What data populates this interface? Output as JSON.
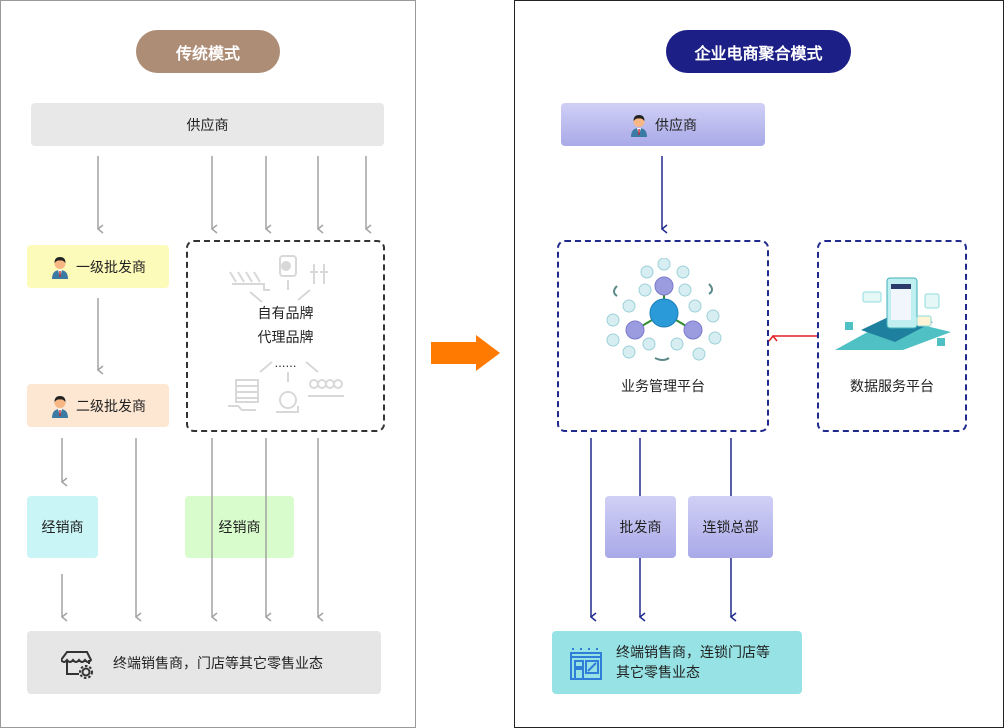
{
  "left_panel": {
    "title": "传统模式",
    "title_color": "#ad8d76",
    "supplier": "供应商",
    "first_wholesaler": "一级批发商",
    "second_wholesaler": "二级批发商",
    "brands": {
      "own_brand": "自有品牌",
      "agent_brand": "代理品牌",
      "ellipsis": "……"
    },
    "distributor_left": "经销商",
    "distributor_right": "经销商",
    "retail": "终端销售商，门店等其它零售业态",
    "icons": {
      "person": "person-icon",
      "store": "store-gear-icon",
      "parts": [
        "manifold-icon",
        "oil-can-icon",
        "spark-plug-icon",
        "radiator-icon",
        "turbo-icon",
        "engine-block-icon"
      ]
    },
    "colors": {
      "supplier_bg": "#e8e8e8",
      "first_wholesaler_bg": "#fdfbb9",
      "second_wholesaler_bg": "#fde6d2",
      "distributor_left_bg": "#c9f5f7",
      "distributor_right_bg": "#d8fccb",
      "retail_bg": "#e6e6e6",
      "arrow": "#a3a3a3"
    }
  },
  "transition_arrow": {
    "icon": "right-arrow-icon",
    "color": "#ff7a00"
  },
  "right_panel": {
    "title": "企业电商聚合模式",
    "title_color": "#1c1f86",
    "supplier": "供应商",
    "business_platform": "业务管理平台",
    "data_platform": "数据服务平台",
    "wholesaler": "批发商",
    "chain_hq": "连锁总部",
    "retail_line1": "终端销售商，连锁门店等",
    "retail_line2": "其它零售业态",
    "icons": {
      "person": "person-icon",
      "network": "srm-network-icon",
      "data": "data-dashboard-illustration",
      "store": "storefront-icon"
    },
    "colors": {
      "box_gradient_top": "#d0d0f6",
      "box_gradient_bottom": "#a9a9e8",
      "retail_bg": "#96e2e4",
      "arrow": "#1f2a8c",
      "data_arrow": "#e31e24"
    }
  }
}
